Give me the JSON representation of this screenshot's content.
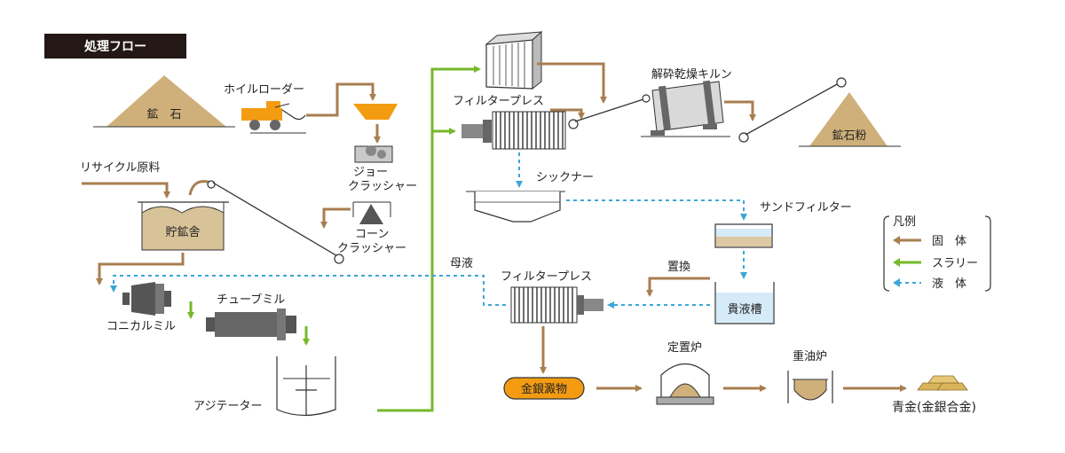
{
  "title": "処理フロー",
  "labels": {
    "ore": "鉱　石",
    "wheel_loader": "ホイルローダー",
    "jaw_crusher_1": "ジョー",
    "jaw_crusher_2": "クラッシャー",
    "cone_crusher_1": "コーン",
    "cone_crusher_2": "クラッシャー",
    "recycle_material": "リサイクル原料",
    "storage": "貯鉱舎",
    "conical_mill": "コニカルミル",
    "tube_mill": "チューブミル",
    "agitator": "アジテーター",
    "filter_press_top": "フィルタープレス",
    "kiln": "解砕乾燥キルン",
    "ore_powder": "鉱石粉",
    "thickener": "シックナー",
    "sand_filter": "サンドフィルター",
    "mother_liquor": "母液",
    "filter_press_mid": "フィルタープレス",
    "replacement": "置換",
    "pregnant_tank": "貴液槽",
    "precipitate": "金銀澱物",
    "fixed_furnace": "定置炉",
    "oil_furnace": "重油炉",
    "bullion": "青金(金銀合金)"
  },
  "legend": {
    "title": "凡例",
    "items": [
      {
        "label": "固　体",
        "color": "#a87e4f",
        "style": "solid"
      },
      {
        "label": "スラリー",
        "color": "#76b82a",
        "style": "solid"
      },
      {
        "label": "液　体",
        "color": "#3da5d9",
        "style": "dashed"
      }
    ]
  },
  "colors": {
    "solid": "#a87e4f",
    "slurry": "#76b82a",
    "liquid": "#3da5d9",
    "ore_pile": "#cfb07a",
    "orange": "#f39c12",
    "tank_blue": "#d6ebf8"
  }
}
